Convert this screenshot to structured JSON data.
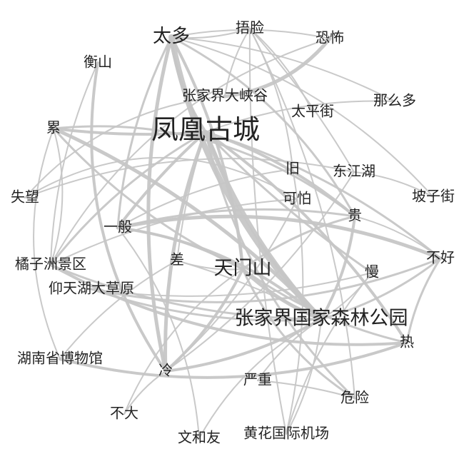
{
  "nodes": [
    {
      "id": "taiduo",
      "label": "太多",
      "size": "m"
    },
    {
      "id": "wulian",
      "label": "捂脸",
      "size": "s"
    },
    {
      "id": "kongbu",
      "label": "恐怖",
      "size": "s"
    },
    {
      "id": "hengshan",
      "label": "衡山",
      "size": "s"
    },
    {
      "id": "dxg",
      "label": "张家界大峡谷",
      "size": "s"
    },
    {
      "id": "tpj",
      "label": "太平街",
      "size": "s"
    },
    {
      "id": "nmd",
      "label": "那么多",
      "size": "s"
    },
    {
      "id": "lei",
      "label": "累",
      "size": "s"
    },
    {
      "id": "fh",
      "label": "凤凰古城",
      "size": "xl"
    },
    {
      "id": "jiu",
      "label": "旧",
      "size": "s"
    },
    {
      "id": "djh",
      "label": "东江湖",
      "size": "s"
    },
    {
      "id": "shiwang",
      "label": "失望",
      "size": "s"
    },
    {
      "id": "kepa",
      "label": "可怕",
      "size": "s"
    },
    {
      "id": "pzj",
      "label": "坡子街",
      "size": "s"
    },
    {
      "id": "gui",
      "label": "贵",
      "size": "s"
    },
    {
      "id": "yiban",
      "label": "一般",
      "size": "s"
    },
    {
      "id": "buhao",
      "label": "不好",
      "size": "s"
    },
    {
      "id": "jzz",
      "label": "橘子洲景区",
      "size": "s"
    },
    {
      "id": "cha",
      "label": "差",
      "size": "s"
    },
    {
      "id": "tms",
      "label": "天门山",
      "size": "l"
    },
    {
      "id": "man",
      "label": "慢",
      "size": "s"
    },
    {
      "id": "yth",
      "label": "仰天湖大草原",
      "size": "s"
    },
    {
      "id": "slgy",
      "label": "张家界国家森林公园",
      "size": "l"
    },
    {
      "id": "re",
      "label": "热",
      "size": "s"
    },
    {
      "id": "bwg",
      "label": "湖南省博物馆",
      "size": "s"
    },
    {
      "id": "leng",
      "label": "冷",
      "size": "s"
    },
    {
      "id": "yanzhong",
      "label": "严重",
      "size": "s"
    },
    {
      "id": "weixian",
      "label": "危险",
      "size": "s"
    },
    {
      "id": "buda",
      "label": "不大",
      "size": "s"
    },
    {
      "id": "whf",
      "label": "文和友",
      "size": "s"
    },
    {
      "id": "jc",
      "label": "黄花国际机场",
      "size": "s"
    }
  ],
  "edges": [
    {
      "s": "taiduo",
      "t": "fh",
      "w": 4,
      "c": 0.12
    },
    {
      "s": "taiduo",
      "t": "slgy",
      "w": 8,
      "c": 0.15
    },
    {
      "s": "taiduo",
      "t": "tms",
      "w": 4,
      "c": -0.1
    },
    {
      "s": "taiduo",
      "t": "leng",
      "w": 5,
      "c": 0.12
    },
    {
      "s": "taiduo",
      "t": "gui",
      "w": 3,
      "c": -0.15
    },
    {
      "s": "taiduo",
      "t": "nmd",
      "w": 2,
      "c": -0.1
    },
    {
      "s": "taiduo",
      "t": "pzj",
      "w": 2,
      "c": -0.15
    },
    {
      "s": "taiduo",
      "t": "kongbu",
      "w": 2,
      "c": -0.1
    },
    {
      "s": "taiduo",
      "t": "wulian",
      "w": 2,
      "c": 0.1
    },
    {
      "s": "taiduo",
      "t": "yiban",
      "w": 3,
      "c": 0.1
    },
    {
      "s": "wulian",
      "t": "dxg",
      "w": 2,
      "c": 0.1
    },
    {
      "s": "wulian",
      "t": "tpj",
      "w": 2,
      "c": -0.1
    },
    {
      "s": "wulian",
      "t": "djh",
      "w": 2,
      "c": -0.05
    },
    {
      "s": "wulian",
      "t": "weixian",
      "w": 2,
      "c": -0.1
    },
    {
      "s": "wulian",
      "t": "jiu",
      "w": 2,
      "c": -0.1
    },
    {
      "s": "wulian",
      "t": "jc",
      "w": 2,
      "c": 0.05
    },
    {
      "s": "kongbu",
      "t": "dxg",
      "w": 5,
      "c": -0.2
    },
    {
      "s": "kongbu",
      "t": "jzz",
      "w": 2,
      "c": 0.2
    },
    {
      "s": "hengshan",
      "t": "leng",
      "w": 4,
      "c": 0.2
    },
    {
      "s": "lei",
      "t": "slgy",
      "w": 5,
      "c": -0.1
    },
    {
      "s": "lei",
      "t": "fh",
      "w": 4,
      "c": 0.05
    },
    {
      "s": "lei",
      "t": "tms",
      "w": 3,
      "c": 0.1
    },
    {
      "s": "lei",
      "t": "gui",
      "w": 3,
      "c": -0.2
    },
    {
      "s": "lei",
      "t": "bwg",
      "w": 2,
      "c": 0.2
    },
    {
      "s": "fh",
      "t": "slgy",
      "w": 6,
      "c": 0.1
    },
    {
      "s": "fh",
      "t": "tms",
      "w": 4,
      "c": -0.1
    },
    {
      "s": "fh",
      "t": "yiban",
      "w": 4,
      "c": 0.05
    },
    {
      "s": "fh",
      "t": "leng",
      "w": 5,
      "c": 0.1
    },
    {
      "s": "fh",
      "t": "re",
      "w": 4,
      "c": -0.1
    },
    {
      "s": "fh",
      "t": "gui",
      "w": 4,
      "c": -0.1
    },
    {
      "s": "fh",
      "t": "buhao",
      "w": 3,
      "c": -0.1
    },
    {
      "s": "fh",
      "t": "man",
      "w": 3,
      "c": 0.05
    },
    {
      "s": "fh",
      "t": "cha",
      "w": 2,
      "c": 0.05
    },
    {
      "s": "fh",
      "t": "jzz",
      "w": 3,
      "c": 0.1
    },
    {
      "s": "fh",
      "t": "weixian",
      "w": 3,
      "c": 0.15
    },
    {
      "s": "fh",
      "t": "nmd",
      "w": 2,
      "c": -0.1
    },
    {
      "s": "tms",
      "t": "slgy",
      "w": 5,
      "c": 0.1
    },
    {
      "s": "tms",
      "t": "leng",
      "w": 4,
      "c": -0.1
    },
    {
      "s": "tms",
      "t": "gui",
      "w": 3,
      "c": -0.1
    },
    {
      "s": "tms",
      "t": "re",
      "w": 3,
      "c": 0.1
    },
    {
      "s": "tms",
      "t": "weixian",
      "w": 3,
      "c": 0.15
    },
    {
      "s": "tms",
      "t": "yiban",
      "w": 3,
      "c": 0.1
    },
    {
      "s": "slgy",
      "t": "yiban",
      "w": 4,
      "c": 0.15
    },
    {
      "s": "slgy",
      "t": "leng",
      "w": 4,
      "c": -0.1
    },
    {
      "s": "slgy",
      "t": "buhao",
      "w": 3,
      "c": 0.1
    },
    {
      "s": "slgy",
      "t": "gui",
      "w": 4,
      "c": 0.1
    },
    {
      "s": "slgy",
      "t": "yth",
      "w": 3,
      "c": -0.1
    },
    {
      "s": "slgy",
      "t": "jzz",
      "w": 3,
      "c": -0.1
    },
    {
      "s": "slgy",
      "t": "yanzhong",
      "w": 2,
      "c": 0.1
    },
    {
      "s": "slgy",
      "t": "man",
      "w": 2,
      "c": 0.1
    },
    {
      "s": "slgy",
      "t": "jc",
      "w": 2,
      "c": -0.1
    },
    {
      "s": "slgy",
      "t": "whf",
      "w": 2,
      "c": 0.15
    },
    {
      "s": "slgy",
      "t": "cha",
      "w": 2,
      "c": 0.05
    },
    {
      "s": "yiban",
      "t": "buhao",
      "w": 5,
      "c": -0.15
    },
    {
      "s": "yiban",
      "t": "gui",
      "w": 3,
      "c": -0.1
    },
    {
      "s": "yiban",
      "t": "jiu",
      "w": 2,
      "c": -0.1
    },
    {
      "s": "jzz",
      "t": "re",
      "w": 4,
      "c": 0.15
    },
    {
      "s": "jzz",
      "t": "kepa",
      "w": 2,
      "c": -0.1
    },
    {
      "s": "yth",
      "t": "buhao",
      "w": 3,
      "c": 0.15
    },
    {
      "s": "yth",
      "t": "man",
      "w": 2,
      "c": 0.1
    },
    {
      "s": "re",
      "t": "bwg",
      "w": 4,
      "c": -0.15
    },
    {
      "s": "re",
      "t": "buhao",
      "w": 3,
      "c": -0.1
    },
    {
      "s": "leng",
      "t": "buda",
      "w": 2,
      "c": 0.1
    },
    {
      "s": "leng",
      "t": "djh",
      "w": 2,
      "c": 0.1
    },
    {
      "s": "leng",
      "t": "kepa",
      "w": 2,
      "c": 0.1
    },
    {
      "s": "shiwang",
      "t": "kepa",
      "w": 2,
      "c": -0.3
    },
    {
      "s": "shiwang",
      "t": "djh",
      "w": 2,
      "c": -0.15
    },
    {
      "s": "shiwang",
      "t": "dxg",
      "w": 2,
      "c": -0.2
    },
    {
      "s": "buda",
      "t": "tms",
      "w": 2,
      "c": -0.15
    },
    {
      "s": "whf",
      "t": "yiban",
      "w": 2,
      "c": 0.15
    },
    {
      "s": "jc",
      "t": "man",
      "w": 2,
      "c": -0.1
    },
    {
      "s": "jc",
      "t": "jiu",
      "w": 2,
      "c": 0.1
    },
    {
      "s": "weixian",
      "t": "yanzhong",
      "w": 2,
      "c": 0.05
    },
    {
      "s": "gui",
      "t": "buhao",
      "w": 2,
      "c": -0.1
    },
    {
      "s": "bwg",
      "t": "cha",
      "w": 2,
      "c": -0.1
    },
    {
      "s": "cha",
      "t": "tms",
      "w": 2,
      "c": 0.1
    },
    {
      "s": "pzj",
      "t": "djh",
      "w": 2,
      "c": 0.1
    },
    {
      "s": "hengshan",
      "t": "jzz",
      "w": 2,
      "c": 0.1
    },
    {
      "s": "lei",
      "t": "jzz",
      "w": 2,
      "c": -0.15
    }
  ]
}
